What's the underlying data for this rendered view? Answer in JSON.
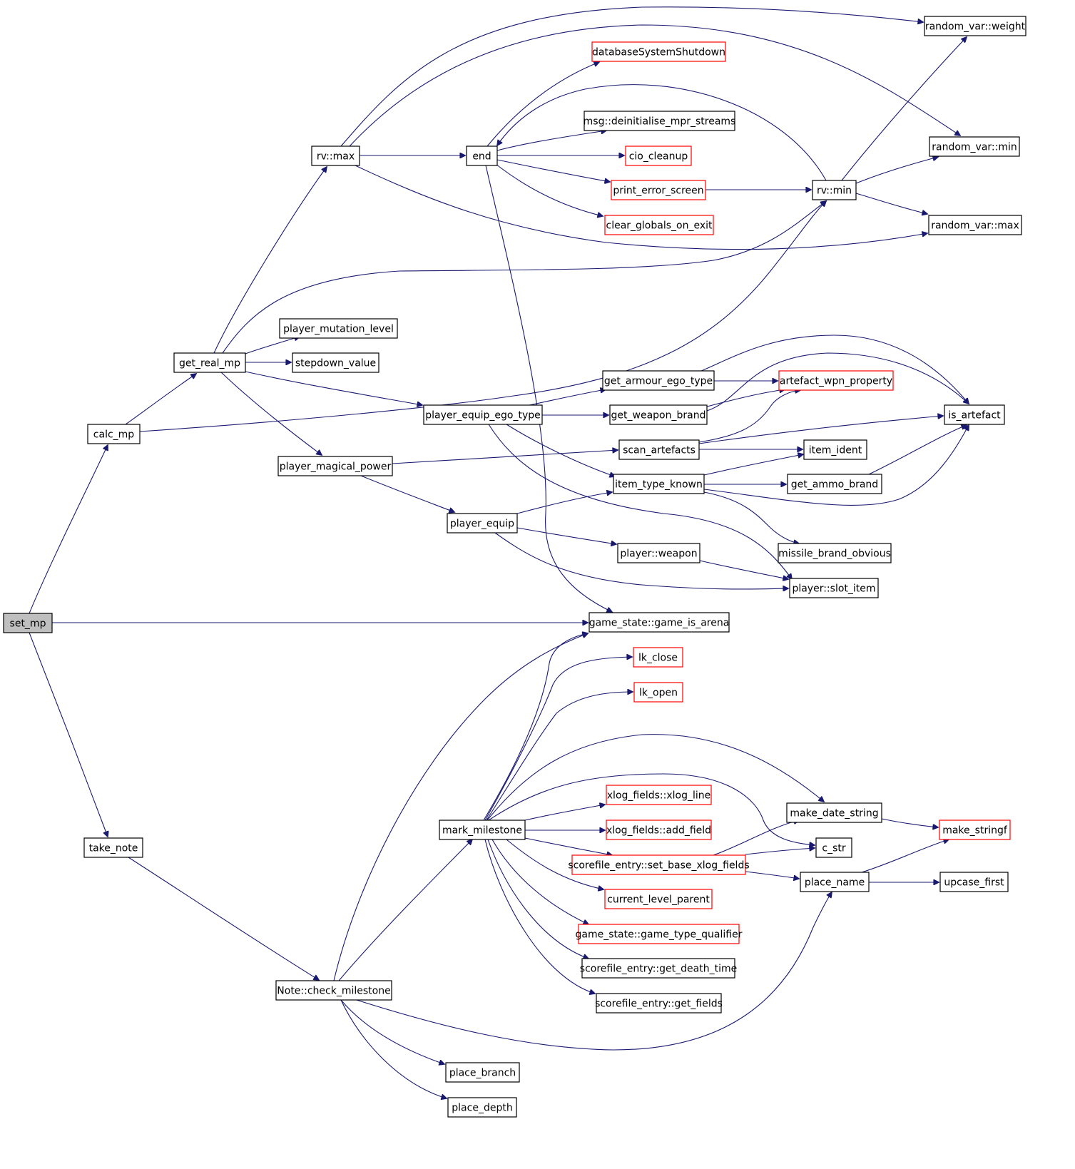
{
  "graph": {
    "root": "set_mp",
    "edge_color": "#191970",
    "external_node_border_color": "#ff0000",
    "root_fill_color": "#bfbfbf",
    "nodes": [
      {
        "id": "set_mp",
        "label": "set_mp",
        "style": "root"
      },
      {
        "id": "calc_mp",
        "label": "calc_mp",
        "style": "normal"
      },
      {
        "id": "take_note",
        "label": "take_note",
        "style": "normal"
      },
      {
        "id": "get_real_mp",
        "label": "get_real_mp",
        "style": "normal"
      },
      {
        "id": "rv_max",
        "label": "rv::max",
        "style": "normal"
      },
      {
        "id": "player_mutation_level",
        "label": "player_mutation_level",
        "style": "normal"
      },
      {
        "id": "stepdown_value",
        "label": "stepdown_value",
        "style": "normal"
      },
      {
        "id": "player_magical_power",
        "label": "player_magical_power",
        "style": "normal"
      },
      {
        "id": "player_equip_ego_type",
        "label": "player_equip_ego_type",
        "style": "normal"
      },
      {
        "id": "player_equip",
        "label": "player_equip",
        "style": "normal"
      },
      {
        "id": "end",
        "label": "end",
        "style": "normal"
      },
      {
        "id": "databaseSystemShutdown",
        "label": "databaseSystemShutdown",
        "style": "external"
      },
      {
        "id": "msg_deinit",
        "label": "msg::deinitialise_mpr_streams",
        "style": "normal"
      },
      {
        "id": "cio_cleanup",
        "label": "cio_cleanup",
        "style": "external"
      },
      {
        "id": "print_error_screen",
        "label": "print_error_screen",
        "style": "external"
      },
      {
        "id": "clear_globals_on_exit",
        "label": "clear_globals_on_exit",
        "style": "external"
      },
      {
        "id": "rv_min",
        "label": "rv::min",
        "style": "normal"
      },
      {
        "id": "random_var_weight",
        "label": "random_var::weight",
        "style": "normal"
      },
      {
        "id": "random_var_min",
        "label": "random_var::min",
        "style": "normal"
      },
      {
        "id": "random_var_max",
        "label": "random_var::max",
        "style": "normal"
      },
      {
        "id": "get_armour_ego_type",
        "label": "get_armour_ego_type",
        "style": "normal"
      },
      {
        "id": "artefact_wpn_property",
        "label": "artefact_wpn_property",
        "style": "external"
      },
      {
        "id": "get_weapon_brand",
        "label": "get_weapon_brand",
        "style": "normal"
      },
      {
        "id": "is_artefact",
        "label": "is_artefact",
        "style": "normal"
      },
      {
        "id": "scan_artefacts",
        "label": "scan_artefacts",
        "style": "normal"
      },
      {
        "id": "item_ident",
        "label": "item_ident",
        "style": "normal"
      },
      {
        "id": "item_type_known",
        "label": "item_type_known",
        "style": "normal"
      },
      {
        "id": "get_ammo_brand",
        "label": "get_ammo_brand",
        "style": "normal"
      },
      {
        "id": "missile_brand_obvious",
        "label": "missile_brand_obvious",
        "style": "normal"
      },
      {
        "id": "player_weapon",
        "label": "player::weapon",
        "style": "normal"
      },
      {
        "id": "player_slot_item",
        "label": "player::slot_item",
        "style": "normal"
      },
      {
        "id": "game_is_arena",
        "label": "game_state::game_is_arena",
        "style": "normal"
      },
      {
        "id": "lk_close",
        "label": "lk_close",
        "style": "external"
      },
      {
        "id": "lk_open",
        "label": "lk_open",
        "style": "external"
      },
      {
        "id": "xlog_line",
        "label": "xlog_fields::xlog_line",
        "style": "external"
      },
      {
        "id": "add_field",
        "label": "xlog_fields::add_field",
        "style": "external"
      },
      {
        "id": "mark_milestone",
        "label": "mark_milestone",
        "style": "normal"
      },
      {
        "id": "set_base_xlog_fields",
        "label": "scorefile_entry::set_base_xlog_fields",
        "style": "external"
      },
      {
        "id": "current_level_parent",
        "label": "current_level_parent",
        "style": "external"
      },
      {
        "id": "game_type_qualifier",
        "label": "game_state::game_type_qualifier",
        "style": "external"
      },
      {
        "id": "get_death_time",
        "label": "scorefile_entry::get_death_time",
        "style": "normal"
      },
      {
        "id": "get_fields",
        "label": "scorefile_entry::get_fields",
        "style": "normal"
      },
      {
        "id": "make_date_string",
        "label": "make_date_string",
        "style": "normal"
      },
      {
        "id": "make_stringf",
        "label": "make_stringf",
        "style": "external"
      },
      {
        "id": "c_str",
        "label": "c_str",
        "style": "normal"
      },
      {
        "id": "place_name",
        "label": "place_name",
        "style": "normal"
      },
      {
        "id": "upcase_first",
        "label": "upcase_first",
        "style": "normal"
      },
      {
        "id": "check_milestone",
        "label": "Note::check_milestone",
        "style": "normal"
      },
      {
        "id": "place_branch",
        "label": "place_branch",
        "style": "normal"
      },
      {
        "id": "place_depth",
        "label": "place_depth",
        "style": "normal"
      }
    ],
    "edges": [
      {
        "from": "set_mp",
        "to": "calc_mp"
      },
      {
        "from": "set_mp",
        "to": "game_is_arena"
      },
      {
        "from": "set_mp",
        "to": "take_note"
      },
      {
        "from": "calc_mp",
        "to": "get_real_mp"
      },
      {
        "from": "calc_mp",
        "to": "rv_min"
      },
      {
        "from": "get_real_mp",
        "to": "rv_max"
      },
      {
        "from": "get_real_mp",
        "to": "rv_min"
      },
      {
        "from": "get_real_mp",
        "to": "player_mutation_level"
      },
      {
        "from": "get_real_mp",
        "to": "stepdown_value"
      },
      {
        "from": "get_real_mp",
        "to": "player_equip_ego_type"
      },
      {
        "from": "get_real_mp",
        "to": "player_magical_power"
      },
      {
        "from": "rv_max",
        "to": "random_var_weight"
      },
      {
        "from": "rv_max",
        "to": "end"
      },
      {
        "from": "rv_max",
        "to": "random_var_min"
      },
      {
        "from": "rv_max",
        "to": "random_var_max"
      },
      {
        "from": "end",
        "to": "databaseSystemShutdown"
      },
      {
        "from": "end",
        "to": "msg_deinit"
      },
      {
        "from": "end",
        "to": "cio_cleanup"
      },
      {
        "from": "end",
        "to": "print_error_screen"
      },
      {
        "from": "end",
        "to": "clear_globals_on_exit"
      },
      {
        "from": "end",
        "to": "game_is_arena"
      },
      {
        "from": "rv_min",
        "to": "end"
      },
      {
        "from": "print_error_screen",
        "to": "rv_min"
      },
      {
        "from": "rv_min",
        "to": "random_var_weight"
      },
      {
        "from": "rv_min",
        "to": "random_var_min"
      },
      {
        "from": "rv_min",
        "to": "random_var_max"
      },
      {
        "from": "player_equip_ego_type",
        "to": "get_armour_ego_type"
      },
      {
        "from": "player_equip_ego_type",
        "to": "get_weapon_brand"
      },
      {
        "from": "player_equip_ego_type",
        "to": "item_type_known"
      },
      {
        "from": "player_equip_ego_type",
        "to": "player_slot_item"
      },
      {
        "from": "get_armour_ego_type",
        "to": "artefact_wpn_property"
      },
      {
        "from": "get_armour_ego_type",
        "to": "is_artefact"
      },
      {
        "from": "get_weapon_brand",
        "to": "artefact_wpn_property"
      },
      {
        "from": "get_weapon_brand",
        "to": "is_artefact"
      },
      {
        "from": "scan_artefacts",
        "to": "artefact_wpn_property"
      },
      {
        "from": "scan_artefacts",
        "to": "is_artefact"
      },
      {
        "from": "scan_artefacts",
        "to": "item_ident"
      },
      {
        "from": "item_type_known",
        "to": "item_ident"
      },
      {
        "from": "item_type_known",
        "to": "get_ammo_brand"
      },
      {
        "from": "item_type_known",
        "to": "is_artefact"
      },
      {
        "from": "item_type_known",
        "to": "missile_brand_obvious"
      },
      {
        "from": "get_ammo_brand",
        "to": "is_artefact"
      },
      {
        "from": "player_magical_power",
        "to": "scan_artefacts"
      },
      {
        "from": "player_magical_power",
        "to": "player_equip"
      },
      {
        "from": "player_equip",
        "to": "item_type_known"
      },
      {
        "from": "player_equip",
        "to": "player_weapon"
      },
      {
        "from": "player_equip",
        "to": "player_slot_item"
      },
      {
        "from": "player_weapon",
        "to": "player_slot_item"
      },
      {
        "from": "take_note",
        "to": "check_milestone"
      },
      {
        "from": "check_milestone",
        "to": "game_is_arena"
      },
      {
        "from": "check_milestone",
        "to": "mark_milestone"
      },
      {
        "from": "check_milestone",
        "to": "place_name"
      },
      {
        "from": "check_milestone",
        "to": "place_branch"
      },
      {
        "from": "check_milestone",
        "to": "place_depth"
      },
      {
        "from": "mark_milestone",
        "to": "game_is_arena"
      },
      {
        "from": "mark_milestone",
        "to": "lk_close"
      },
      {
        "from": "mark_milestone",
        "to": "lk_open"
      },
      {
        "from": "mark_milestone",
        "to": "make_date_string"
      },
      {
        "from": "mark_milestone",
        "to": "c_str"
      },
      {
        "from": "mark_milestone",
        "to": "xlog_line"
      },
      {
        "from": "mark_milestone",
        "to": "add_field"
      },
      {
        "from": "mark_milestone",
        "to": "set_base_xlog_fields"
      },
      {
        "from": "mark_milestone",
        "to": "current_level_parent"
      },
      {
        "from": "mark_milestone",
        "to": "game_type_qualifier"
      },
      {
        "from": "mark_milestone",
        "to": "get_death_time"
      },
      {
        "from": "mark_milestone",
        "to": "get_fields"
      },
      {
        "from": "set_base_xlog_fields",
        "to": "make_date_string"
      },
      {
        "from": "set_base_xlog_fields",
        "to": "c_str"
      },
      {
        "from": "set_base_xlog_fields",
        "to": "place_name"
      },
      {
        "from": "make_date_string",
        "to": "make_stringf"
      },
      {
        "from": "place_name",
        "to": "make_stringf"
      },
      {
        "from": "place_name",
        "to": "upcase_first"
      }
    ]
  }
}
